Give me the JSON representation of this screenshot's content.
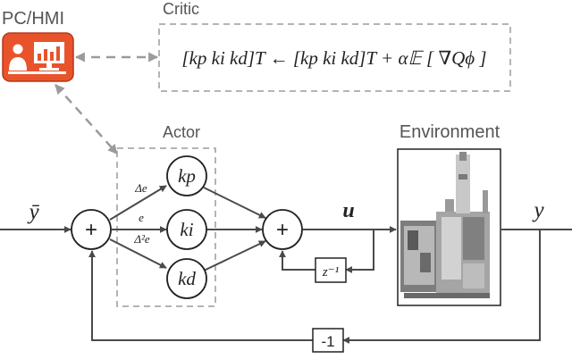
{
  "colors": {
    "line": "#4a4a4a",
    "dashed": "#9b9b9b",
    "label_gray": "#555555",
    "hmi_fill": "#e8532b",
    "hmi_border": "#b23a1a"
  },
  "icons": {
    "hmi": "operator-workstation-icon",
    "environment": "industrial-machine-photo"
  },
  "hmi": {
    "label": "PC/HMI"
  },
  "critic": {
    "label": "Critic",
    "equation": "[kp ki kd]T ← [kp ki kd]T + α𝔼 [ ∇Qϕ ]"
  },
  "actor": {
    "label": "Actor"
  },
  "environment": {
    "label": "Environment"
  },
  "signals": {
    "reference": "ȳ",
    "output": "y",
    "control": "u",
    "delta_e": "Δe",
    "e": "e",
    "delta2_e": "Δ²e"
  },
  "gains": {
    "kp": "kp",
    "ki": "ki",
    "kd": "kd"
  },
  "sum_symbol": "+",
  "delay": "z⁻¹",
  "feedback_gain": "-1"
}
